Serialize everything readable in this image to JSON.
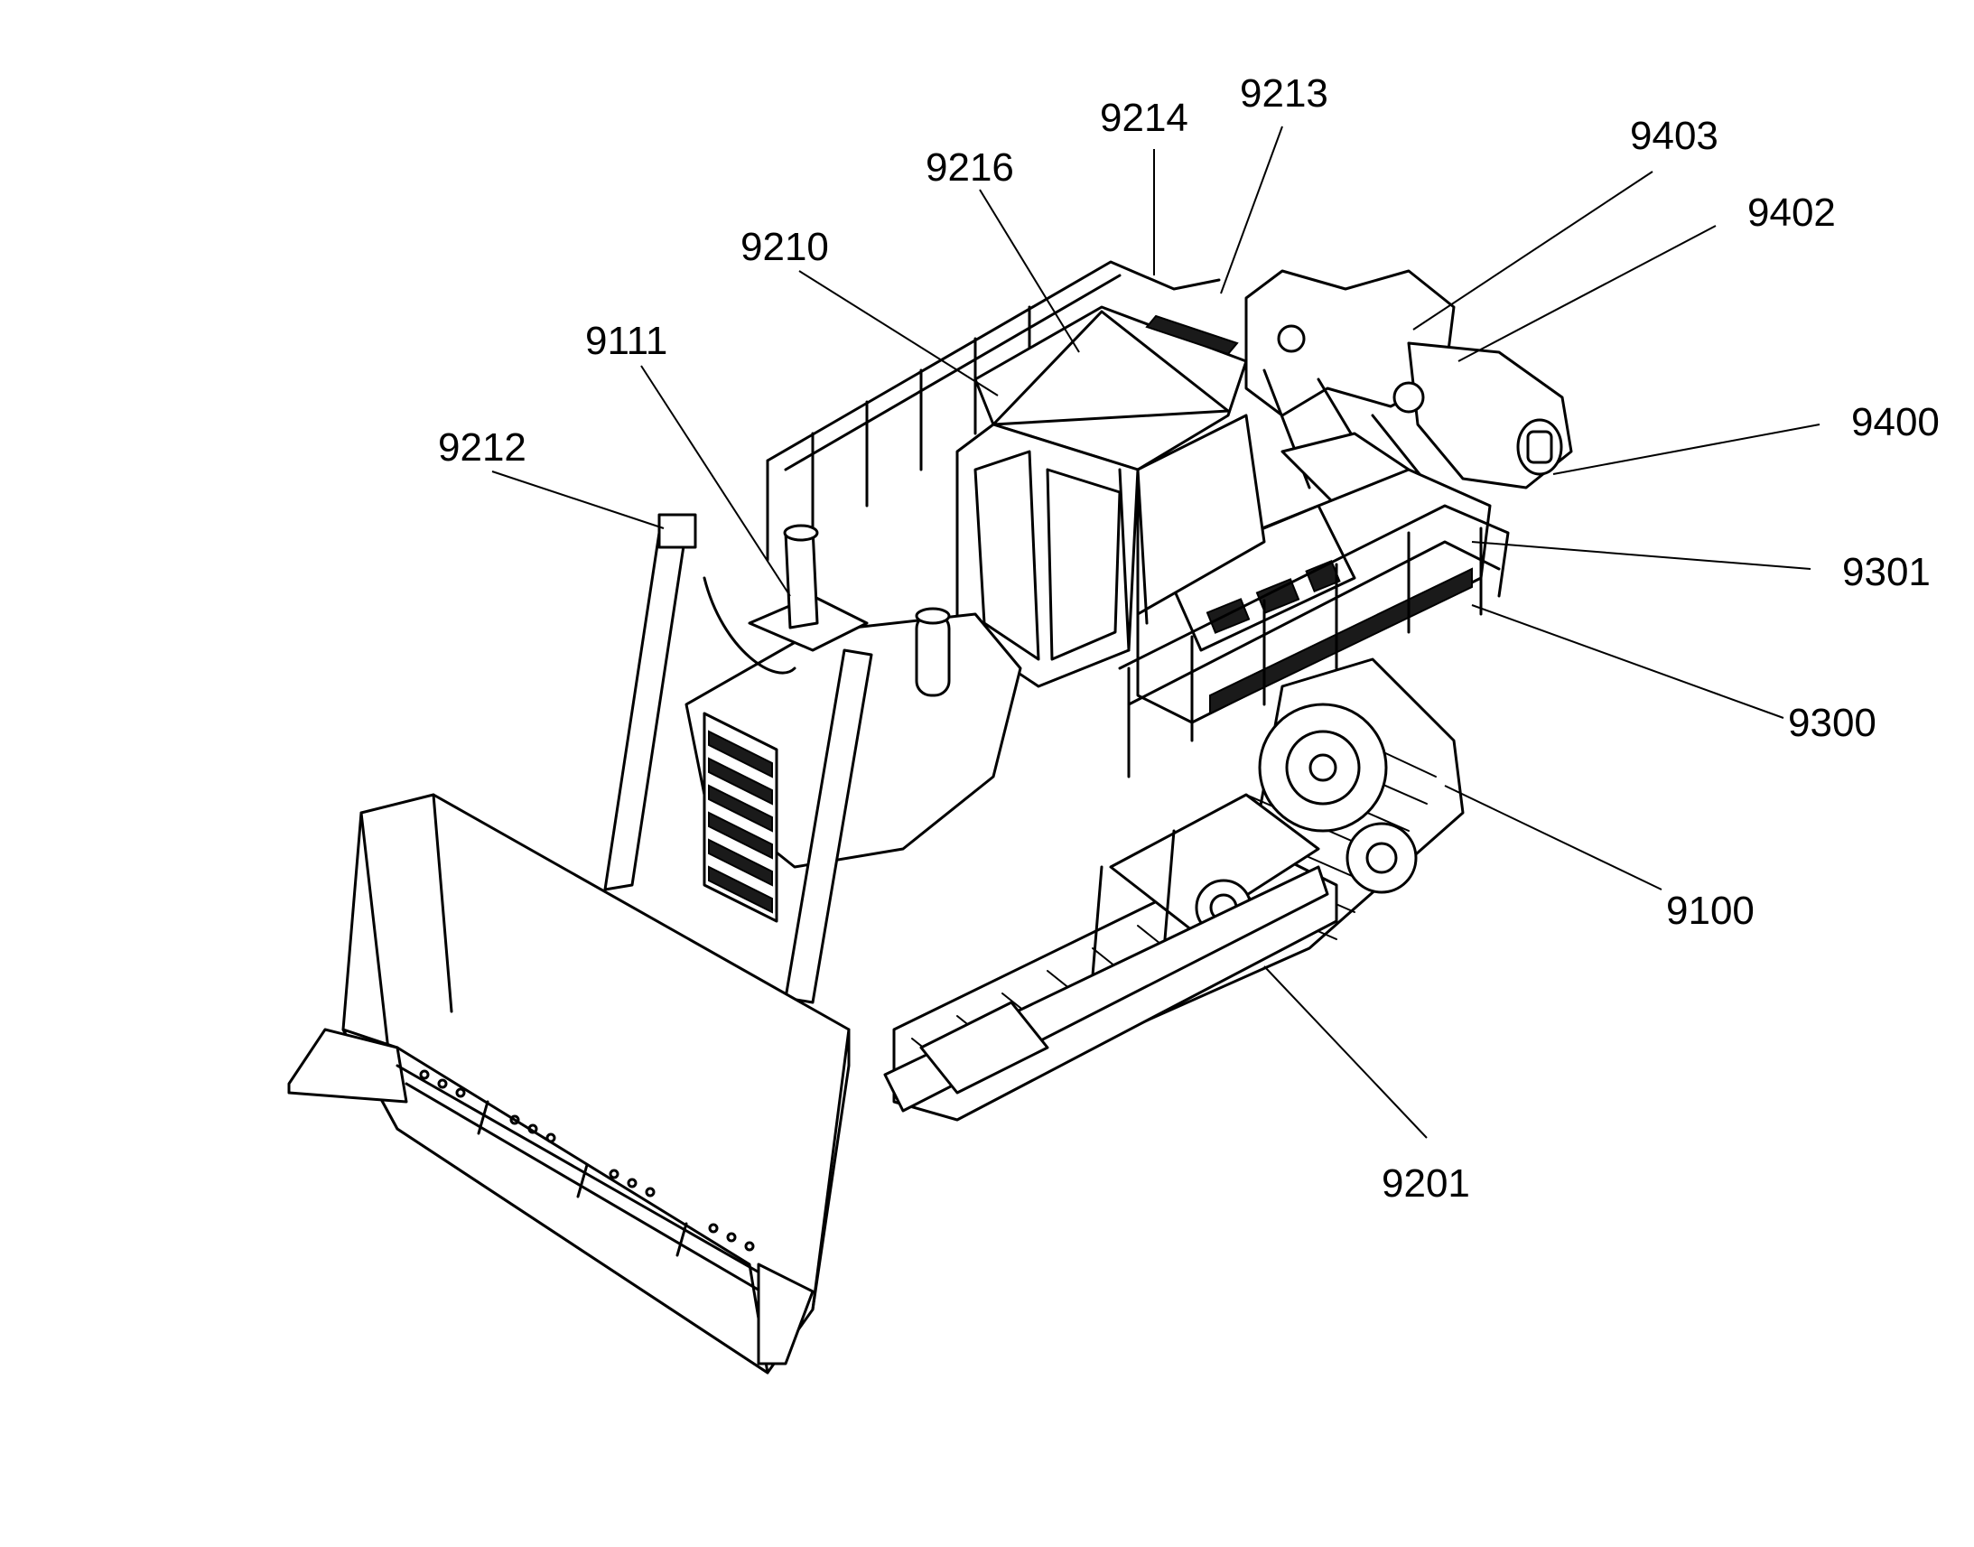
{
  "figure": {
    "labels": [
      {
        "id": "9214",
        "text": "9214"
      },
      {
        "id": "9213",
        "text": "9213"
      },
      {
        "id": "9216",
        "text": "9216"
      },
      {
        "id": "9403",
        "text": "9403"
      },
      {
        "id": "9402",
        "text": "9402"
      },
      {
        "id": "9210",
        "text": "9210"
      },
      {
        "id": "9111",
        "text": "9111"
      },
      {
        "id": "9212",
        "text": "9212"
      },
      {
        "id": "9400",
        "text": "9400"
      },
      {
        "id": "9301",
        "text": "9301"
      },
      {
        "id": "9300",
        "text": "9300"
      },
      {
        "id": "9100",
        "text": "9100"
      },
      {
        "id": "9201",
        "text": "9201"
      }
    ],
    "colors": {
      "ink": "#000000",
      "background": "#ffffff"
    }
  }
}
